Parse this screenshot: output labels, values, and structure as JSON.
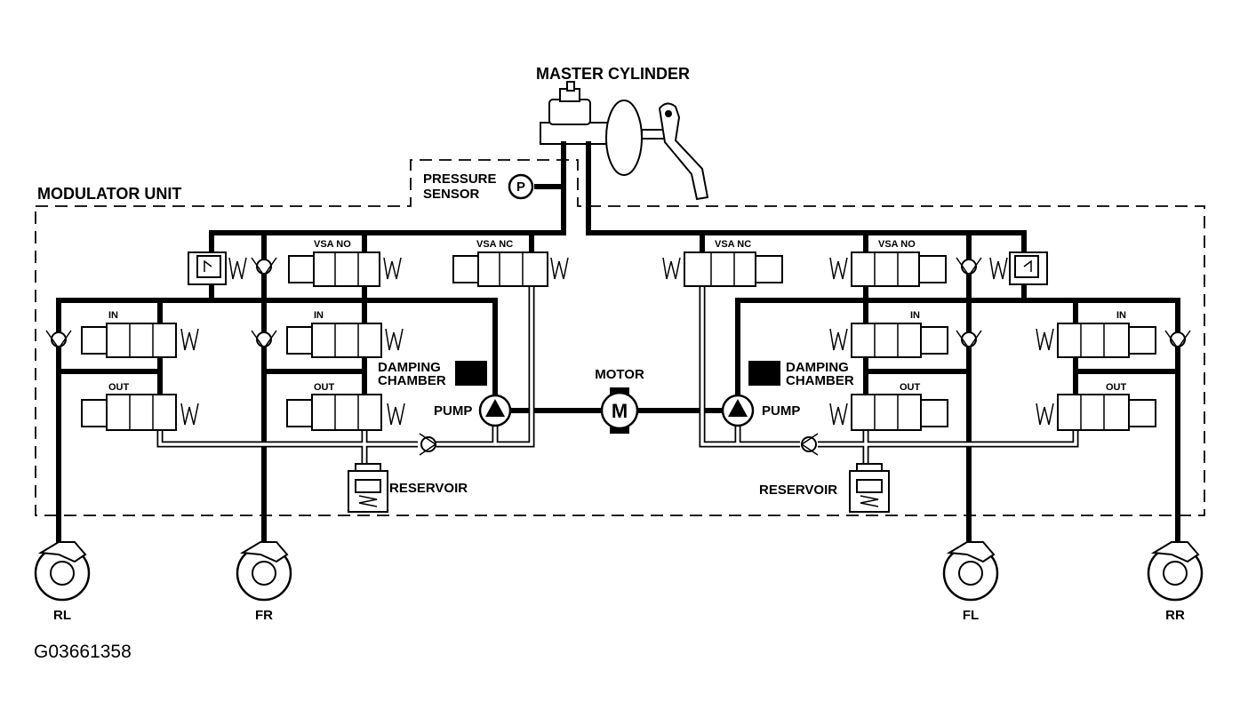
{
  "labels": {
    "master_cylinder": "MASTER CYLINDER",
    "modulator_unit": "MODULATOR UNIT",
    "pressure_sensor_line1": "PRESSURE",
    "pressure_sensor_line2": "SENSOR",
    "pressure_symbol": "P",
    "motor": "MOTOR",
    "motor_symbol": "M",
    "pump_left": "PUMP",
    "pump_right": "PUMP",
    "damping_left_line1": "DAMPING",
    "damping_left_line2": "CHAMBER",
    "damping_right_line1": "DAMPING",
    "damping_right_line2": "CHAMBER",
    "reservoir_left": "RESERVOIR",
    "reservoir_right": "RESERVOIR",
    "vsa_no_left": "VSA NO",
    "vsa_nc_left": "VSA NC",
    "vsa_nc_right": "VSA NC",
    "vsa_no_right": "VSA NO",
    "in_rl": "IN",
    "in_fr": "IN",
    "in_fl": "IN",
    "in_rr": "IN",
    "out_rl": "OUT",
    "out_fr": "OUT",
    "out_fl": "OUT",
    "out_rr": "OUT"
  },
  "wheels": {
    "rl": "RL",
    "fr": "FR",
    "fl": "FL",
    "rr": "RR"
  },
  "figure_id": "G03661358"
}
